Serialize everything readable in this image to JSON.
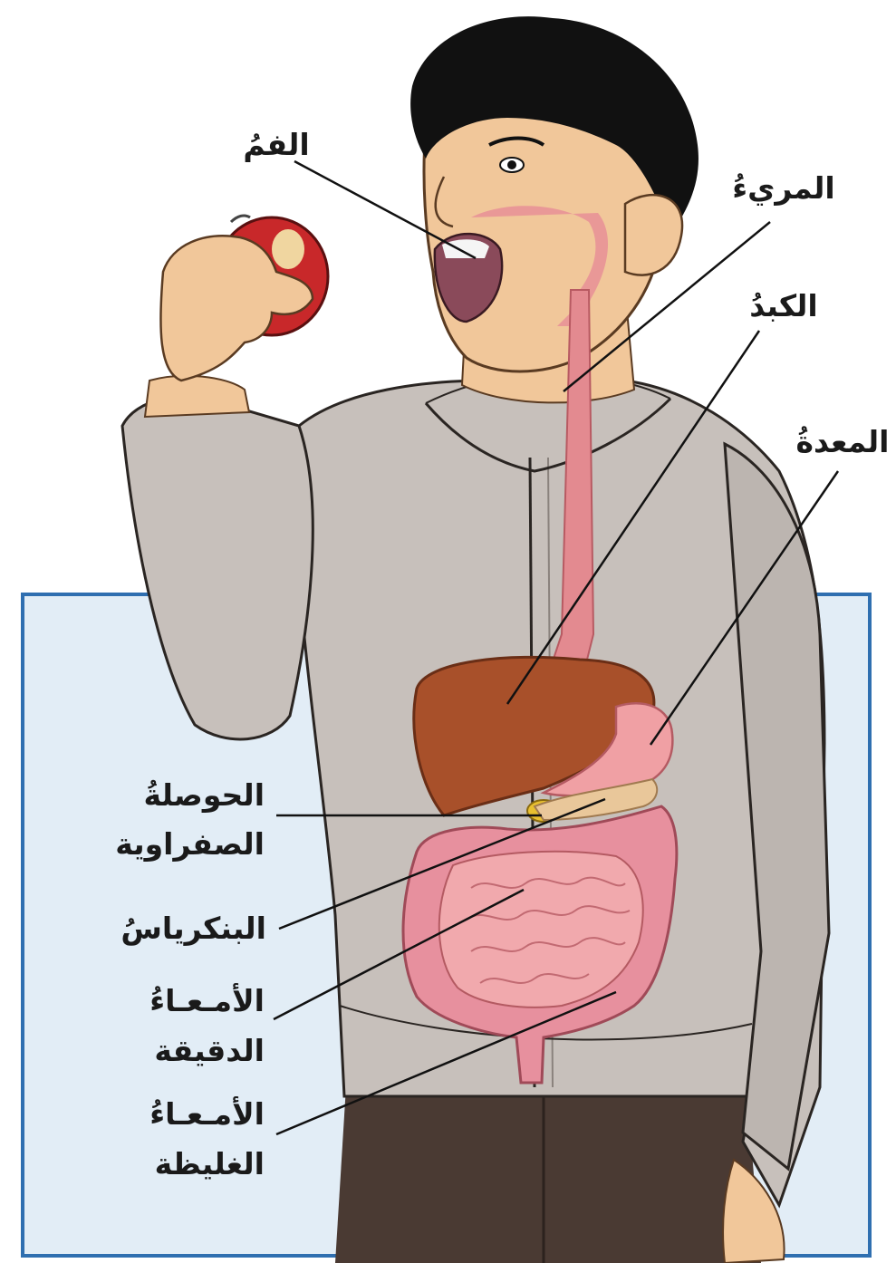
{
  "diagram": {
    "labels": {
      "mouth": "الفمُ",
      "esophagus": "المريءُ",
      "liver": "الكبدُ",
      "stomach": "المعدةُ",
      "gallbladder_line1": "الحوصلةُ",
      "gallbladder_line2": "الصفراوية",
      "pancreas": "البنكرياسُ",
      "small_intestine_line1": "الأمـعـاءُ",
      "small_intestine_line2": "الدقيقة",
      "large_intestine_line1": "الأمـعـاءُ",
      "large_intestine_line2": "الغليظة"
    }
  }
}
